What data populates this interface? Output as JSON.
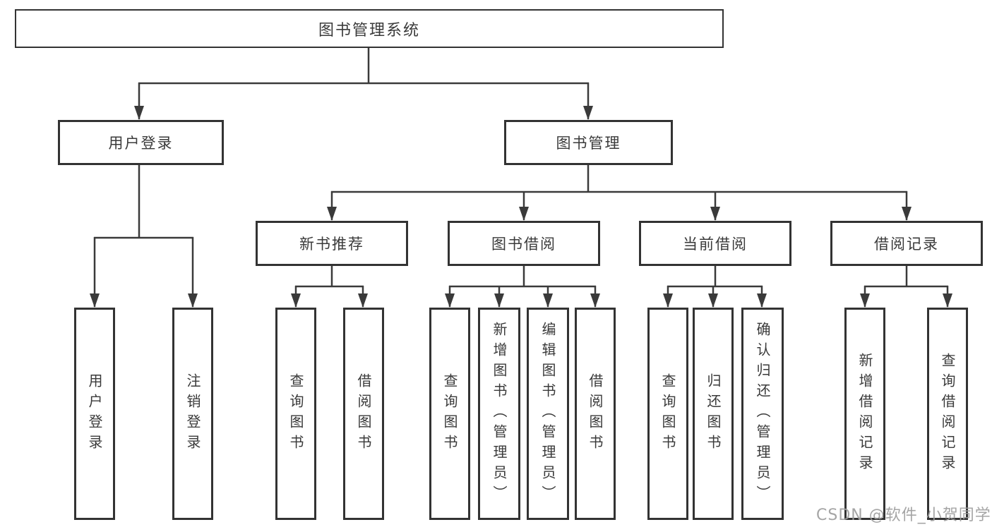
{
  "colors": {
    "background": "#ffffff",
    "line": "#3a3a3a",
    "box_border": "#333333",
    "text": "#3a3a3a",
    "watermark": "#9e9e9e"
  },
  "tree": {
    "root": {
      "label": "图书管理系统"
    },
    "left_branch": {
      "label": "用户登录",
      "children": [
        {
          "label": "用户登录"
        },
        {
          "label": "注销登录"
        }
      ]
    },
    "right_branch": {
      "label": "图书管理",
      "groups": [
        {
          "label": "新书推荐",
          "children": [
            {
              "label": "查询图书"
            },
            {
              "label": "借阅图书"
            }
          ]
        },
        {
          "label": "图书借阅",
          "children": [
            {
              "label": "查询图书"
            },
            {
              "label": "新增图书（管理员）"
            },
            {
              "label": "编辑图书（管理员）"
            },
            {
              "label": "借阅图书"
            }
          ]
        },
        {
          "label": "当前借阅",
          "children": [
            {
              "label": "查询图书"
            },
            {
              "label": "归还图书"
            },
            {
              "label": "确认归还（管理员）"
            }
          ]
        },
        {
          "label": "借阅记录",
          "children": [
            {
              "label": "新增借阅记录"
            },
            {
              "label": "查询借阅记录"
            }
          ]
        }
      ]
    }
  },
  "watermark": {
    "text": "CSDN @软件_小贺同学"
  }
}
